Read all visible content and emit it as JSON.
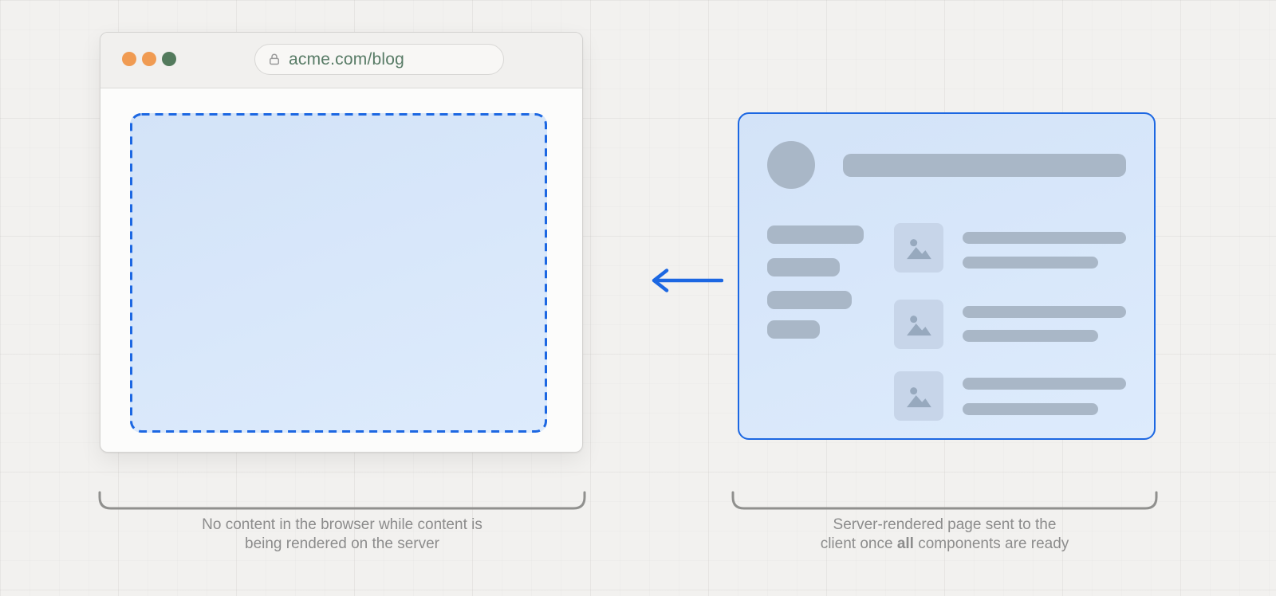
{
  "diagram": {
    "browser": {
      "url": "acme.com/blog",
      "traffic_lights": [
        {
          "name": "window-button-1",
          "color": "#F09B52"
        },
        {
          "name": "window-button-2",
          "color": "#F09B52"
        },
        {
          "name": "window-button-3",
          "color": "#537A5C"
        }
      ]
    },
    "captions": {
      "left": {
        "line1": "No content in the browser while content is",
        "line2": "being rendered on the server"
      },
      "right": {
        "line1": "Server-rendered page sent to the",
        "line2_pre": "client once ",
        "line2_bold": "all",
        "line2_post": " components are ready"
      }
    },
    "icons": {
      "lock": "lock-icon",
      "image_placeholder": "image-icon",
      "arrow": "arrow-left-icon"
    },
    "colors": {
      "accent_blue": "#1C67E2",
      "skeleton_fill_start": "#D3E3F8",
      "skeleton_fill_end": "#DDEBFC",
      "placeholder_gray": "#A9B7C7",
      "image_placeholder_bg": "#C7D5E9",
      "image_placeholder_glyph": "#97A9BE",
      "bracket_gray": "#90908E",
      "caption_gray": "#8C8C8C",
      "url_text_green": "#587B66"
    }
  }
}
